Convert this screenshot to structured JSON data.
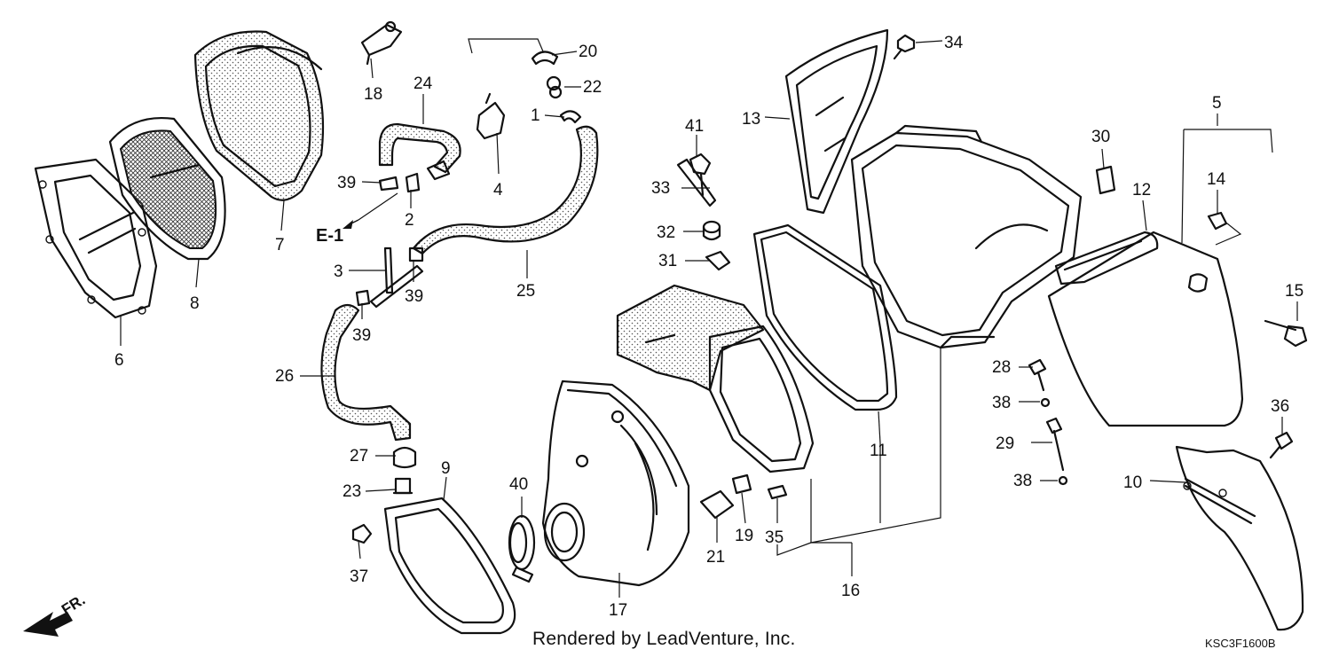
{
  "callouts": {
    "c1": "1",
    "c2": "2",
    "c3": "3",
    "c4": "4",
    "c5": "5",
    "c6": "6",
    "c7": "7",
    "c8": "8",
    "c9": "9",
    "c10": "10",
    "c11": "11",
    "c12": "12",
    "c13": "13",
    "c14": "14",
    "c15": "15",
    "c16": "16",
    "c17": "17",
    "c18": "18",
    "c19": "19",
    "c20": "20",
    "c21": "21",
    "c22": "22",
    "c23": "23",
    "c24": "24",
    "c25": "25",
    "c26": "26",
    "c27": "27",
    "c28": "28",
    "c29": "29",
    "c30": "30",
    "c31": "31",
    "c32": "32",
    "c33": "33",
    "c34": "34",
    "c35": "35",
    "c36": "36",
    "c37": "37",
    "c38a": "38",
    "c38b": "38",
    "c39a": "39",
    "c39b": "39",
    "c39c": "39",
    "c40": "40",
    "c41": "41"
  },
  "reference": {
    "e1": "E-1"
  },
  "direction": {
    "fr": "FR."
  },
  "footer": {
    "credit": "Rendered by LeadVenture, Inc.",
    "code": "KSC3F1600B"
  }
}
